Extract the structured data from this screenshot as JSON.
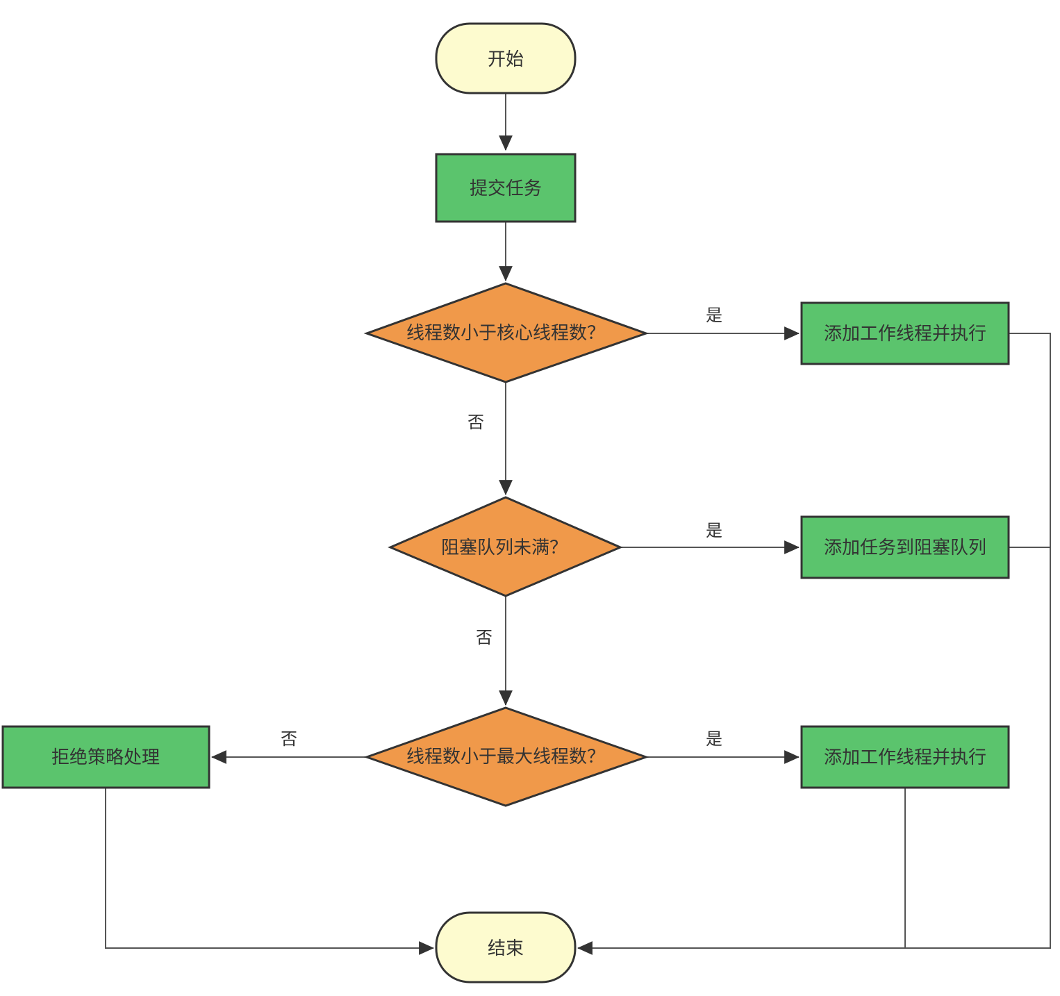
{
  "colors": {
    "terminal_fill": "#fdfbcf",
    "process_fill": "#5bc46d",
    "decision_fill": "#f0994a",
    "stroke": "#333333",
    "edge": "#555555"
  },
  "nodes": {
    "start": "开始",
    "submit_task": "提交任务",
    "decision_core": "线程数小于核心线程数？",
    "add_worker_core": "添加工作线程并执行",
    "decision_queue": "阻塞队列未满？",
    "add_to_queue": "添加任务到阻塞队列",
    "decision_max": "线程数小于最大线程数？",
    "add_worker_max": "添加工作线程并执行",
    "reject": "拒绝策略处理",
    "end": "结束"
  },
  "edge_labels": {
    "core_yes": "是",
    "core_no": "否",
    "queue_yes": "是",
    "queue_no": "否",
    "max_yes": "是",
    "max_no": "否"
  }
}
